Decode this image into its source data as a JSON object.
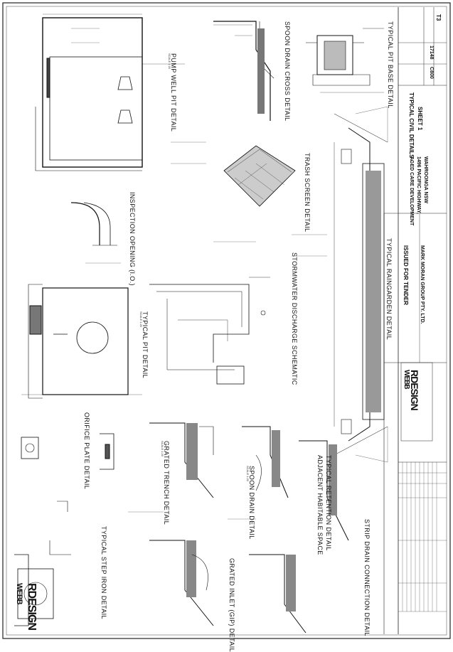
{
  "detail_titles": {
    "typical_pit_base": "TYPICAL PIT BASE DETAIL",
    "spoon_drain_cross": "SPOON DRAIN CROSS DETAIL",
    "pump_well_pit": "PUMP WELL PIT DETAIL",
    "trash_screen": "TRASH SCREEN DETAIL",
    "inspection_opening": "INSPECTION OPENING (I.O.)",
    "stormwater_discharge": "STORMWATER DISCHARGE SCHEMATIC",
    "typical_pit": "TYPICAL PIT DETAIL",
    "typical_raingarden": "TYPICAL RAINGARDEN DETAIL",
    "orifice_plate": "ORIFICE PLATE DETAIL",
    "grated_trench": "GRATED TRENCH DETAIL",
    "spoon_drain": "SPOON DRAIN DETAIL",
    "typical_retention": "TYPICAL RETENTION DETAIL",
    "adjacent_habitable": "ADJACENT HABITABLE SPACE",
    "typical_step_iron": "TYPICAL STEP IRON DETAIL",
    "grated_inlet_pit": "GRATED INLET (GIP) DETAIL",
    "strip_drain_connection": "STRIP DRAIN CONNECTION DETAIL",
    "scale_nts": "SCALE 1:20"
  },
  "title_block": {
    "status": "ISSUED FOR TENDER",
    "client": "MARK MORAN GROUP PTY. LTD.",
    "project_line1": "AGED CARE DEVELOPMENT",
    "project_line2": "1496 PACIFIC HIGHWAY,",
    "project_line3": "WAHROONGA NSW",
    "drawing_title_line1": "TYPICAL CIVIL DETAILS -",
    "drawing_title_line2": "SHEET 1",
    "job_number": "17148",
    "drawing_number": "C800",
    "revision": "T3",
    "logo_text": "RDESIGN",
    "logo_prefix": "WEBB"
  }
}
